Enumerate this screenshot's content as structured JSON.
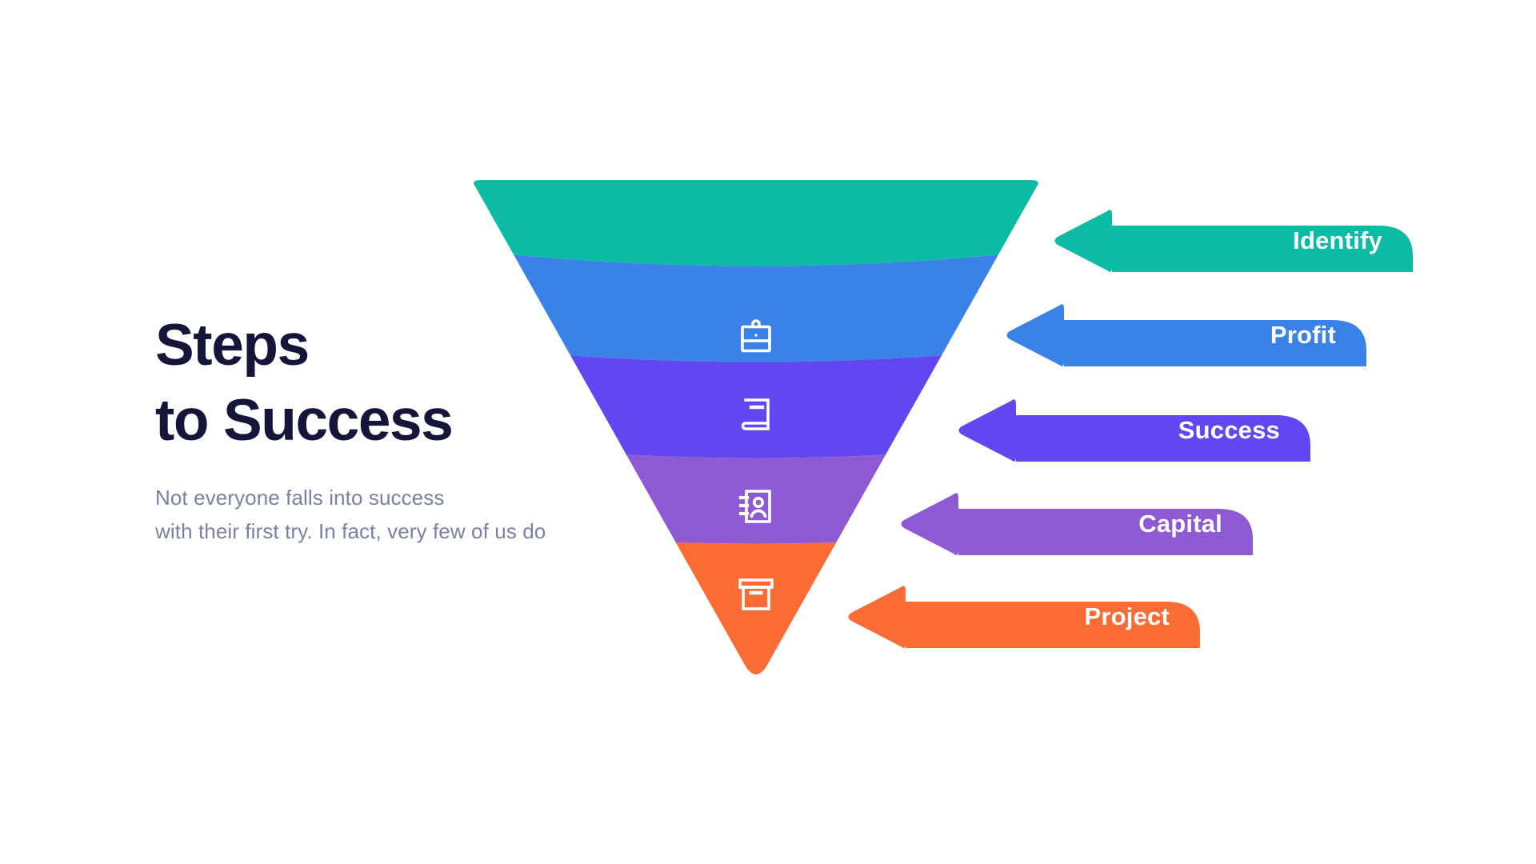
{
  "page": {
    "background": "#ffffff",
    "headline": "Steps\nto Success",
    "headline_color": "#141539",
    "subtext": "Not everyone falls into success\nwith their first try. In fact, very few of us do",
    "subtext_color": "#7b81a5"
  },
  "chart_data": {
    "type": "funnel",
    "title": "Steps to Success",
    "subtitle": "Not everyone falls into success with their first try. In fact, very few of us do",
    "orientation": "inverted-triangle",
    "legend_position": "right",
    "categories": [
      "Identify",
      "Profit",
      "Success",
      "Capital",
      "Project"
    ],
    "values": [
      5,
      4,
      3,
      2,
      1
    ],
    "stages": [
      {
        "label": "Identify",
        "color": "#0cbba4",
        "icon": "briefcase-icon",
        "order": 1
      },
      {
        "label": "Profit",
        "color": "#3b82e8",
        "icon": "book-icon",
        "order": 2
      },
      {
        "label": "Success",
        "color": "#6246f0",
        "icon": "address-book-icon",
        "order": 3
      },
      {
        "label": "Capital",
        "color": "#8e5ad4",
        "icon": "archive-box-icon",
        "order": 4
      },
      {
        "label": "Project",
        "color": "#fa6b35",
        "icon": "calendar-icon",
        "order": 5
      }
    ]
  },
  "funnel": {
    "bands": [
      {
        "label": "Identify",
        "color": "#0cbba4",
        "icon": "briefcase-icon"
      },
      {
        "label": "Profit",
        "color": "#3b82e8",
        "icon": "book-icon"
      },
      {
        "label": "Success",
        "color": "#6246f0",
        "icon": "address-book-icon"
      },
      {
        "label": "Capital",
        "color": "#8e5ad4",
        "icon": "archive-box-icon"
      },
      {
        "label": "Project",
        "color": "#fa6b35",
        "icon": "calendar-icon"
      }
    ]
  },
  "arrows": [
    {
      "label": "Identify",
      "color": "#0cbba4"
    },
    {
      "label": "Profit",
      "color": "#3b82e8"
    },
    {
      "label": "Success",
      "color": "#6246f0"
    },
    {
      "label": "Capital",
      "color": "#8e5ad4"
    },
    {
      "label": "Project",
      "color": "#fa6b35"
    }
  ]
}
